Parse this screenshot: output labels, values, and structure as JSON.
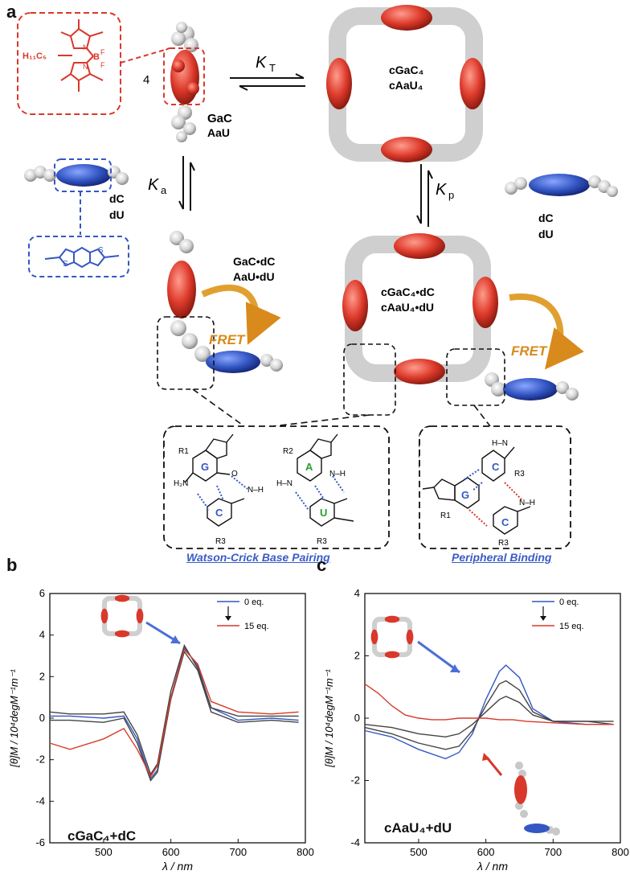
{
  "panel_a": {
    "letter": "a",
    "bodipy_count": "4",
    "bodipy_substituent": "H₁₁C₅",
    "k_t": "K",
    "k_t_sub": "T",
    "k_a": "K",
    "k_a_sub": "a",
    "k_p": "K",
    "k_p_sub": "p",
    "monomer_labels": [
      "GaC",
      "AaU"
    ],
    "cyclic_labels": [
      "cGaC₄",
      "cAaU₄"
    ],
    "guest_labels_left": [
      "dC",
      "dU"
    ],
    "guest_labels_right": [
      "dC",
      "dU"
    ],
    "complex_left": [
      "GaC•dC",
      "AaU•dU"
    ],
    "complex_right": [
      "cGaC₄•dC",
      "cAaU₄•dU"
    ],
    "fret": "FRET",
    "watson_crick_caption": "Watson-Crick Base Pairing",
    "peripheral_caption": "Peripheral Binding",
    "bases": {
      "G": "G",
      "C": "C",
      "A": "A",
      "U": "U"
    },
    "r_labels": {
      "r1": "R1",
      "r2": "R2",
      "r3": "R3"
    }
  },
  "panel_b": {
    "letter": "b",
    "legend": [
      "0 eq.",
      "15 eq."
    ],
    "label": "cGaC₄+dC",
    "ylabel": "[θ]M / 10⁴degM⁻¹m⁻¹",
    "xlabel": "λ / nm"
  },
  "panel_c": {
    "letter": "c",
    "legend": [
      "0 eq.",
      "15 eq."
    ],
    "label": "cAaU₄+dU",
    "ylabel": "[θ]M / 10⁴degM⁻¹m⁻¹",
    "xlabel": "λ / nm"
  },
  "colors": {
    "red": "#d8392b",
    "blue": "#3457c4",
    "gray": "#bfbfbf",
    "orange": "#e0a030"
  },
  "chart_data": [
    {
      "type": "line",
      "xlim": [
        420,
        800
      ],
      "ylim": [
        -6,
        6
      ],
      "xticks": [
        500,
        600,
        700,
        800
      ],
      "yticks": [
        -6,
        -4,
        -2,
        0,
        2,
        4,
        6
      ],
      "series": [
        {
          "name": "0 eq.",
          "color": "#3457c4",
          "x": [
            420,
            450,
            500,
            530,
            550,
            570,
            580,
            600,
            620,
            640,
            660,
            700,
            750,
            790
          ],
          "y": [
            0.1,
            0.1,
            0,
            0.1,
            -1.0,
            -2.9,
            -2.5,
            1.0,
            3.4,
            2.5,
            0.5,
            -0.1,
            0,
            -0.1
          ]
        },
        {
          "name": "",
          "color": "#444444",
          "x": [
            420,
            450,
            500,
            530,
            550,
            570,
            580,
            600,
            620,
            640,
            660,
            700,
            750,
            790
          ],
          "y": [
            0.3,
            0.2,
            0.2,
            0.3,
            -0.8,
            -2.7,
            -2.2,
            1.3,
            3.5,
            2.4,
            0.5,
            0.1,
            0.1,
            0.1
          ]
        },
        {
          "name": "",
          "color": "#444444",
          "x": [
            420,
            450,
            500,
            530,
            550,
            570,
            580,
            600,
            620,
            640,
            660,
            700,
            750,
            790
          ],
          "y": [
            -0.1,
            -0.1,
            -0.2,
            0,
            -1.2,
            -3.0,
            -2.6,
            0.9,
            3.2,
            2.3,
            0.3,
            -0.2,
            -0.1,
            -0.2
          ]
        },
        {
          "name": "15 eq.",
          "color": "#d8392b",
          "x": [
            420,
            450,
            500,
            530,
            550,
            570,
            580,
            600,
            620,
            640,
            660,
            700,
            750,
            790
          ],
          "y": [
            -1.2,
            -1.5,
            -1.0,
            -0.5,
            -1.5,
            -2.8,
            -2.3,
            1.0,
            3.3,
            2.6,
            0.8,
            0.3,
            0.2,
            0.3
          ]
        }
      ]
    },
    {
      "type": "line",
      "xlim": [
        420,
        800
      ],
      "ylim": [
        -4,
        4
      ],
      "xticks": [
        500,
        600,
        700,
        800
      ],
      "yticks": [
        -4,
        -2,
        0,
        2,
        4
      ],
      "series": [
        {
          "name": "0 eq.",
          "color": "#3457c4",
          "x": [
            420,
            460,
            500,
            540,
            560,
            580,
            600,
            620,
            630,
            650,
            670,
            700,
            750,
            790
          ],
          "y": [
            -0.4,
            -0.6,
            -1.0,
            -1.3,
            -1.1,
            -0.5,
            0.6,
            1.5,
            1.7,
            1.3,
            0.3,
            -0.1,
            -0.2,
            -0.2
          ]
        },
        {
          "name": "",
          "color": "#444444",
          "x": [
            420,
            460,
            500,
            540,
            560,
            580,
            600,
            620,
            630,
            650,
            670,
            700,
            750,
            790
          ],
          "y": [
            -0.3,
            -0.5,
            -0.8,
            -1.0,
            -0.9,
            -0.4,
            0.4,
            1.1,
            1.2,
            0.9,
            0.2,
            -0.1,
            -0.1,
            -0.2
          ]
        },
        {
          "name": "",
          "color": "#444444",
          "x": [
            420,
            460,
            500,
            540,
            560,
            580,
            600,
            620,
            630,
            650,
            670,
            700,
            750,
            790
          ],
          "y": [
            -0.2,
            -0.3,
            -0.5,
            -0.6,
            -0.5,
            -0.2,
            0.2,
            0.6,
            0.7,
            0.5,
            0.1,
            -0.1,
            -0.1,
            -0.1
          ]
        },
        {
          "name": "15 eq.",
          "color": "#d8392b",
          "x": [
            420,
            440,
            460,
            480,
            500,
            520,
            540,
            560,
            580,
            600,
            620,
            640,
            660,
            700,
            750,
            790
          ],
          "y": [
            1.1,
            0.8,
            0.4,
            0.1,
            0,
            -0.05,
            -0.05,
            0,
            0,
            0,
            -0.05,
            -0.05,
            -0.1,
            -0.15,
            -0.2,
            -0.2
          ]
        }
      ]
    }
  ]
}
